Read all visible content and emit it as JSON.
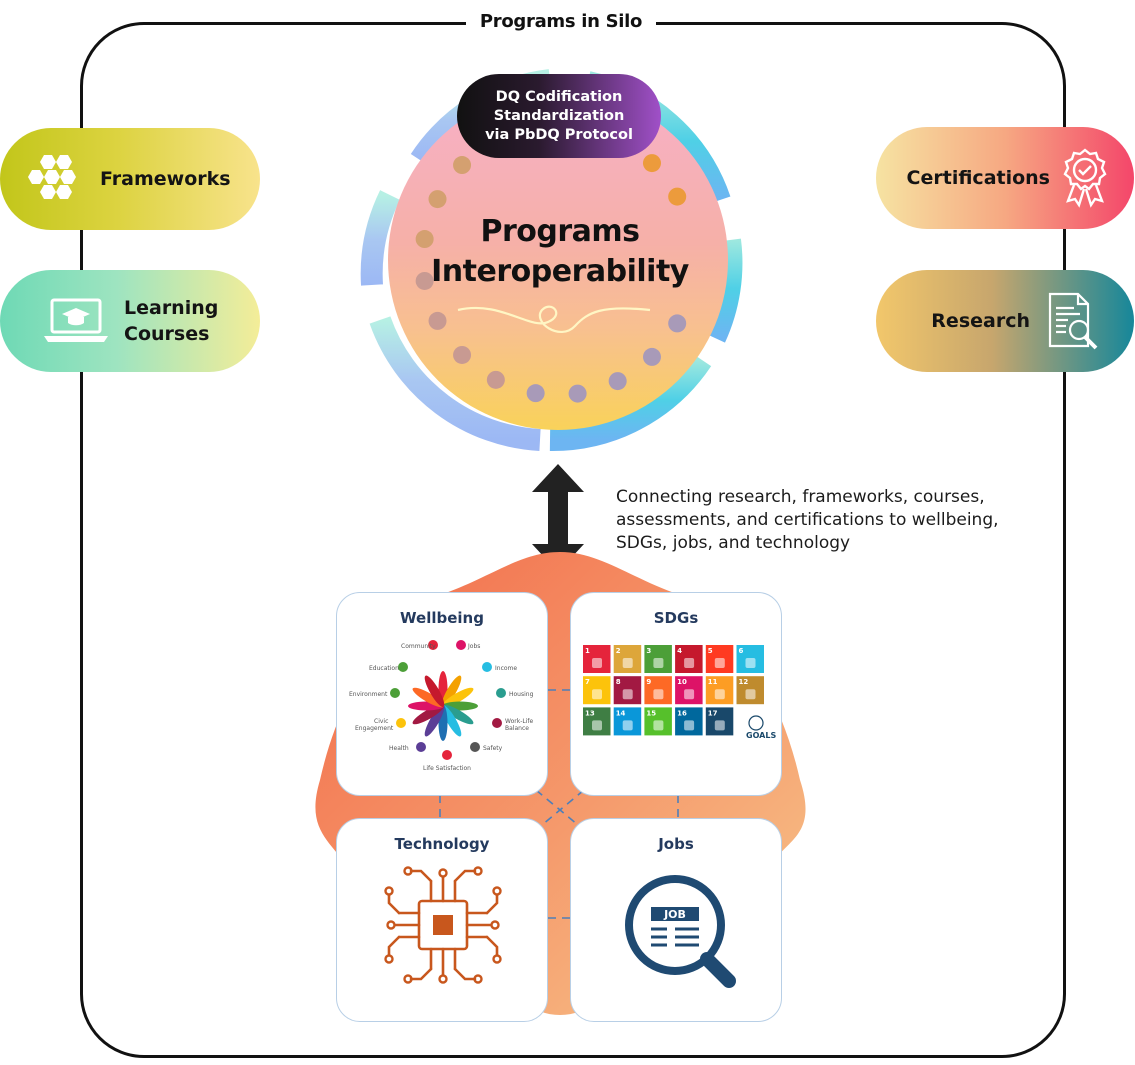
{
  "frame": {
    "title": "Programs in Silo"
  },
  "left_pills": [
    {
      "label": "Frameworks",
      "icon": "hexagon-cluster-icon"
    },
    {
      "label": "Learning\nCourses",
      "icon": "laptop-graduation-cap-icon"
    }
  ],
  "right_pills": [
    {
      "label": "Certifications",
      "icon": "award-ribbon-icon"
    },
    {
      "label": "Research",
      "icon": "document-magnifier-icon"
    }
  ],
  "center": {
    "badge_lines": [
      "DQ Codification",
      "Standardization",
      "via PbDQ Protocol"
    ],
    "title_lines": [
      "Programs",
      "Interoperability"
    ]
  },
  "connector": {
    "icon": "double-arrow-vertical-icon",
    "caption_lines": [
      "Connecting research, frameworks, courses,",
      "assessments, and certifications to wellbeing,",
      "SDGs, jobs, and technology"
    ]
  },
  "cards": {
    "wellbeing": {
      "title": "Wellbeing",
      "items": [
        "Community",
        "Jobs",
        "Income",
        "Housing",
        "Work-Life",
        "Balance",
        "Safety",
        "Life Satisfaction",
        "Health",
        "Civic",
        "Engagement",
        "Environment",
        "Education"
      ]
    },
    "sdgs": {
      "title": "SDGs",
      "goal_numbers": [
        "1",
        "2",
        "3",
        "4",
        "5",
        "6",
        "7",
        "8",
        "9",
        "10",
        "11",
        "12",
        "13",
        "14",
        "15",
        "16",
        "17"
      ],
      "goal_colors": [
        "#e5243b",
        "#dda63a",
        "#4c9f38",
        "#c5192d",
        "#ff3a21",
        "#26bde2",
        "#fcc30b",
        "#a21942",
        "#fd6925",
        "#dd1367",
        "#fd9d24",
        "#bf8b2e",
        "#3f7e44",
        "#0a97d9",
        "#56c02b",
        "#00689d",
        "#19486a"
      ],
      "logo_text": "GOALS"
    },
    "technology": {
      "title": "Technology",
      "icon": "circuit-chip-icon"
    },
    "jobs": {
      "title": "Jobs",
      "icon": "job-search-icon",
      "sign_text": "JOB"
    }
  }
}
